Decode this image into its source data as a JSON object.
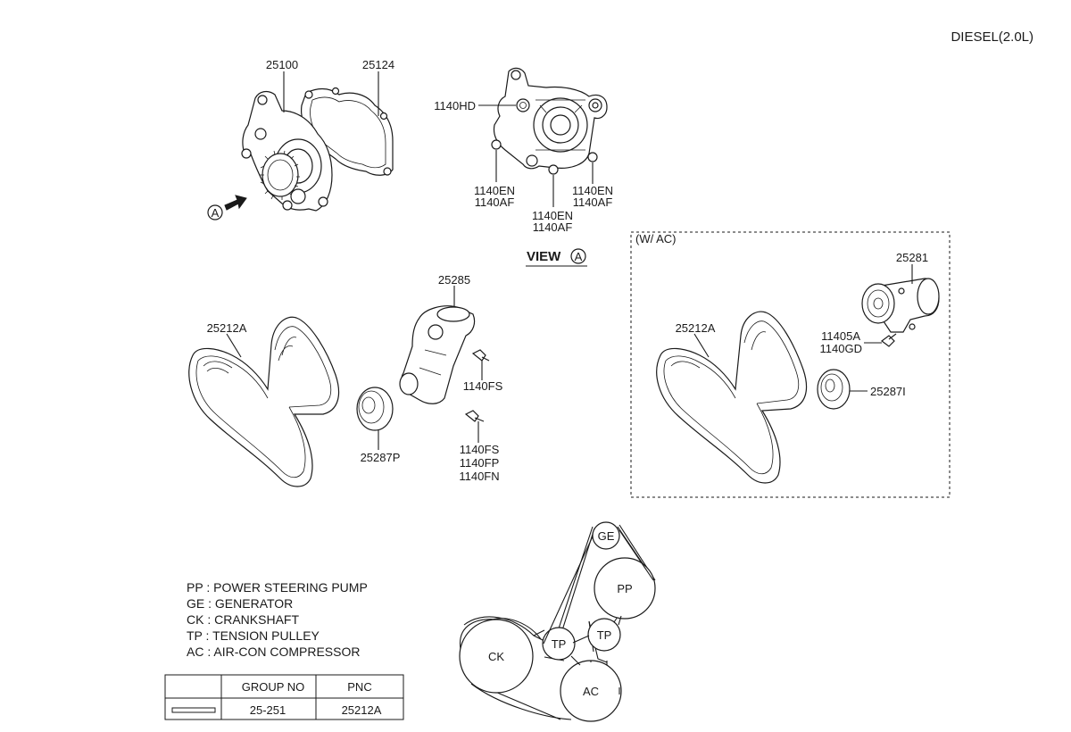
{
  "header": {
    "engine": "DIESEL(2.0L)"
  },
  "view_label": "VIEW",
  "view_marker": "A",
  "ac_box_title": "(W/ AC)",
  "parts": {
    "p25100": "25100",
    "p25124": "25124",
    "p1140HD": "1140HD",
    "p1140EN_a": "1140EN",
    "p1140AF_a": "1140AF",
    "p1140EN_b": "1140EN",
    "p1140AF_b": "1140AF",
    "p1140EN_c": "1140EN",
    "p1140AF_c": "1140AF",
    "p25285": "25285",
    "p25212A_left": "25212A",
    "p1140FS_a": "1140FS",
    "p25287P": "25287P",
    "p1140FS_b": "1140FS",
    "p1140FP": "1140FP",
    "p1140FN": "1140FN",
    "p25281": "25281",
    "p25212A_right": "25212A",
    "p11405A": "11405A",
    "p1140GD": "1140GD",
    "p25287I": "25287I"
  },
  "legend": [
    {
      "code": "PP",
      "desc": "POWER STEERING PUMP"
    },
    {
      "code": "GE",
      "desc": "GENERATOR"
    },
    {
      "code": "CK",
      "desc": "CRANKSHAFT"
    },
    {
      "code": "TP",
      "desc": "TENSION PULLEY"
    },
    {
      "code": "AC",
      "desc": "AIR-CON COMPRESSOR"
    }
  ],
  "table": {
    "headers": [
      "",
      "GROUP NO",
      "PNC"
    ],
    "row": {
      "group_no": "25-251",
      "pnc": "25212A"
    }
  },
  "pulleys": {
    "ge": "GE",
    "pp": "PP",
    "tp1": "TP",
    "tp2": "TP",
    "ck": "CK",
    "ac": "AC"
  }
}
